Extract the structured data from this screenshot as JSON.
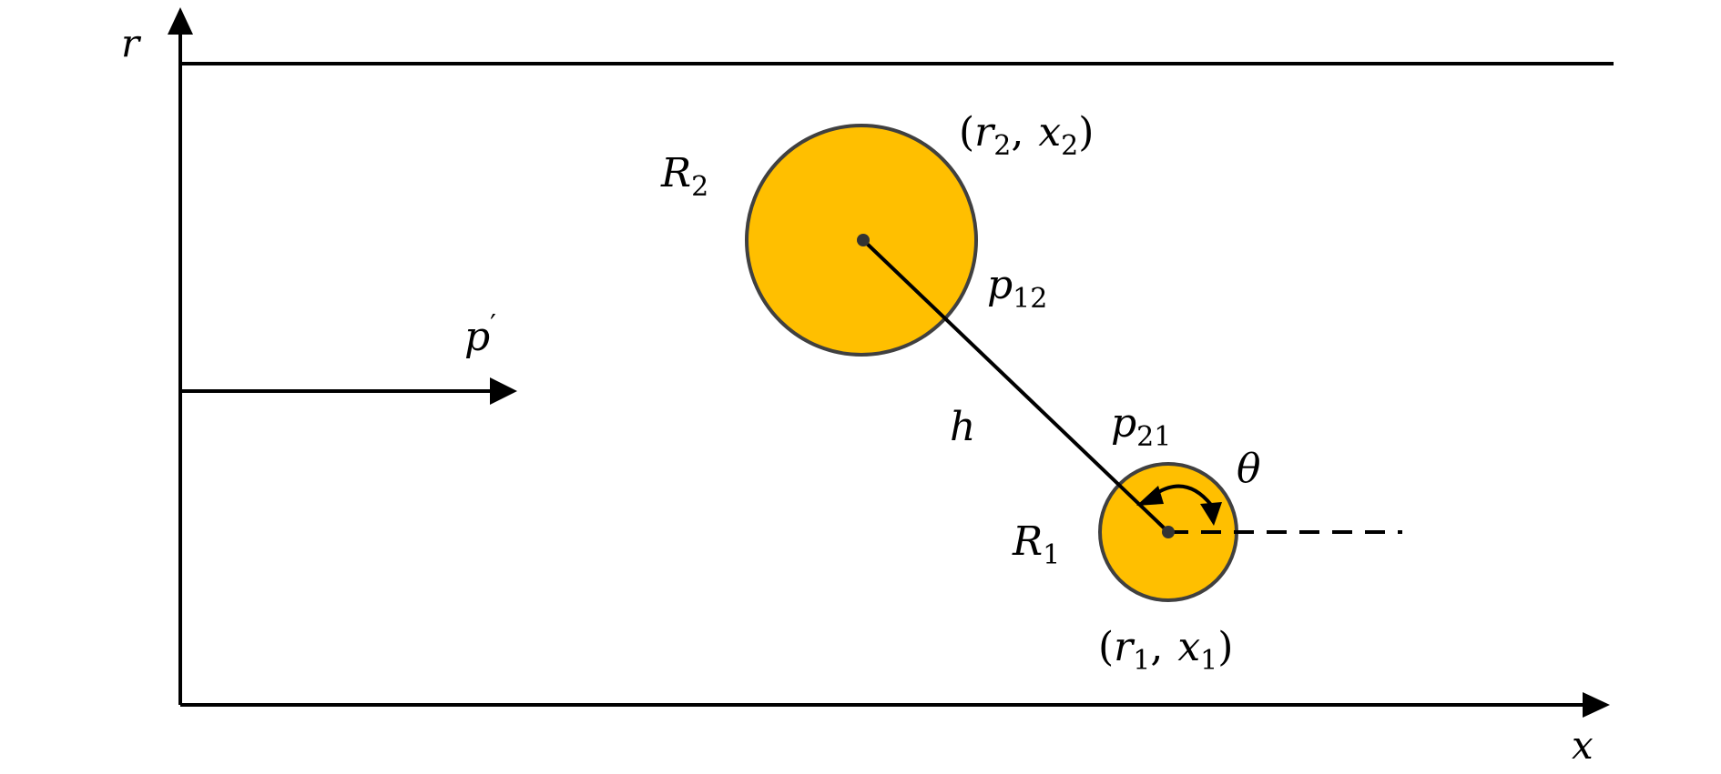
{
  "colors": {
    "bubble_fill": "#FFBF00",
    "bubble_stroke": "#404040",
    "line": "#000000"
  },
  "axes": {
    "vertical_label": "r",
    "horizontal_label": "x"
  },
  "pressure": {
    "label_base": "p",
    "label_prime": "′"
  },
  "bubble_2": {
    "radius_label": {
      "base": "R",
      "sub": "2"
    },
    "position_label": {
      "open": "(",
      "r": "r",
      "r_sub": "2",
      "sep": ",",
      "x": "x",
      "x_sub": "2",
      "close": ")"
    },
    "pressure_label": {
      "base": "p",
      "sub": "12"
    }
  },
  "bubble_1": {
    "radius_label": {
      "base": "R",
      "sub": "1"
    },
    "position_label": {
      "open": "(",
      "r": "r",
      "r_sub": "1",
      "sep": ",",
      "x": "x",
      "x_sub": "1",
      "close": ")"
    },
    "pressure_label": {
      "base": "p",
      "sub": "21"
    }
  },
  "separation_label": "h",
  "angle_label": "θ"
}
